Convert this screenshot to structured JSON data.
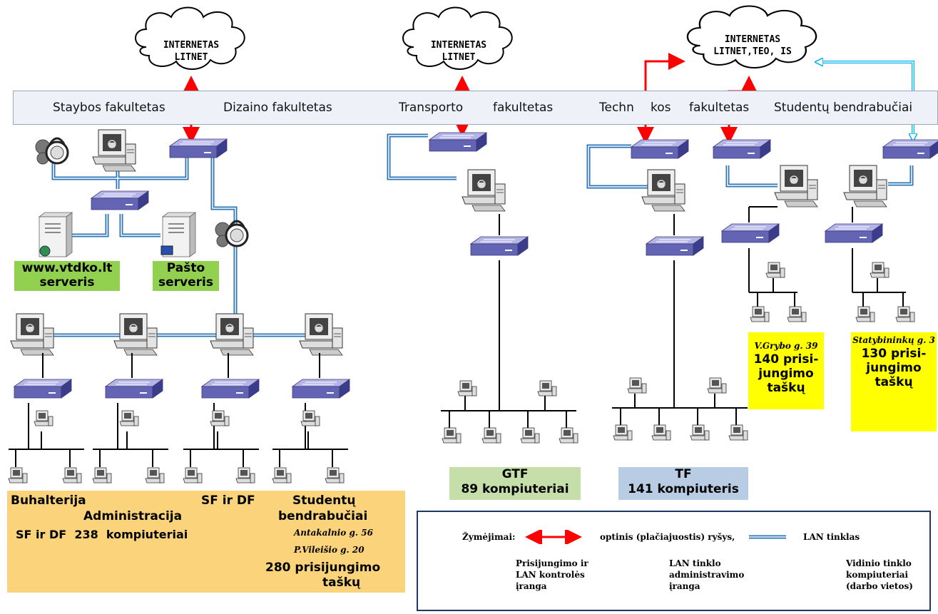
{
  "clouds": [
    {
      "lines": [
        "INTERNETAS",
        "LITNET"
      ]
    },
    {
      "lines": [
        "INTERNETAS",
        "LITNET"
      ]
    },
    {
      "lines": [
        "INTERNETAS",
        "LITNET,TEO, IS"
      ]
    }
  ],
  "banner": {
    "items": [
      "Staybos fakultetas",
      "Dizaino fakultetas",
      "Transporto",
      "fakultetas",
      "Techn",
      "kos",
      "fakultetas",
      "Studentų bendrabučiai"
    ]
  },
  "servers": {
    "web": [
      "www.vtdko.lt",
      "serveris"
    ],
    "mail": [
      "Pašto",
      "serveris"
    ]
  },
  "left_box": {
    "buhalterija": "Buhalterija",
    "administracija": "Administracija",
    "sf_ir_df": "SF ir DF",
    "studentu": "Studentų",
    "bendrabuciai": "bendrabučiai",
    "antakalnio": "Antakalnio g. 56",
    "vileisio": "P.Vileišio g. 20",
    "summary": "SF ir DF  238  kompiuteriai",
    "points_1": "280 prisijungimo",
    "points_2": "taškų"
  },
  "gtf": {
    "name": "GTF",
    "count": "89 kompiuteriai"
  },
  "tf": {
    "name": "TF",
    "count": "141 kompiuteris"
  },
  "grybo": {
    "address": "V.Grybo g. 39",
    "l1": "140 prisi-",
    "l2": "jungimo",
    "l3": "taškų"
  },
  "statybininku": {
    "address": "Statybininkų g. 3",
    "l1": "130 prisi-",
    "l2": "jungimo",
    "l3": "taškų"
  },
  "legend": {
    "title": "Žymėjimai:",
    "optic": "optinis (plačiajuostis) ryšys,",
    "lan": "LAN tinklas",
    "control": [
      "Prisijungimo ir",
      "LAN kontrolės",
      "įranga"
    ],
    "admin": [
      "LAN tinklo",
      "administravimo",
      "įranga"
    ],
    "internal": [
      "Vidinio tinklo",
      "kompiuteriai",
      "(darbo vietos)"
    ]
  },
  "colors": {
    "arrow_red": "#ff0000",
    "lan_blue": "#2e75b6",
    "switch": "#5a5aa8",
    "yellow": "#ffff00",
    "green": "#92d050",
    "orange": "#fad37a",
    "gtf_green": "#c6deaa",
    "tf_blue": "#b8cce4"
  }
}
